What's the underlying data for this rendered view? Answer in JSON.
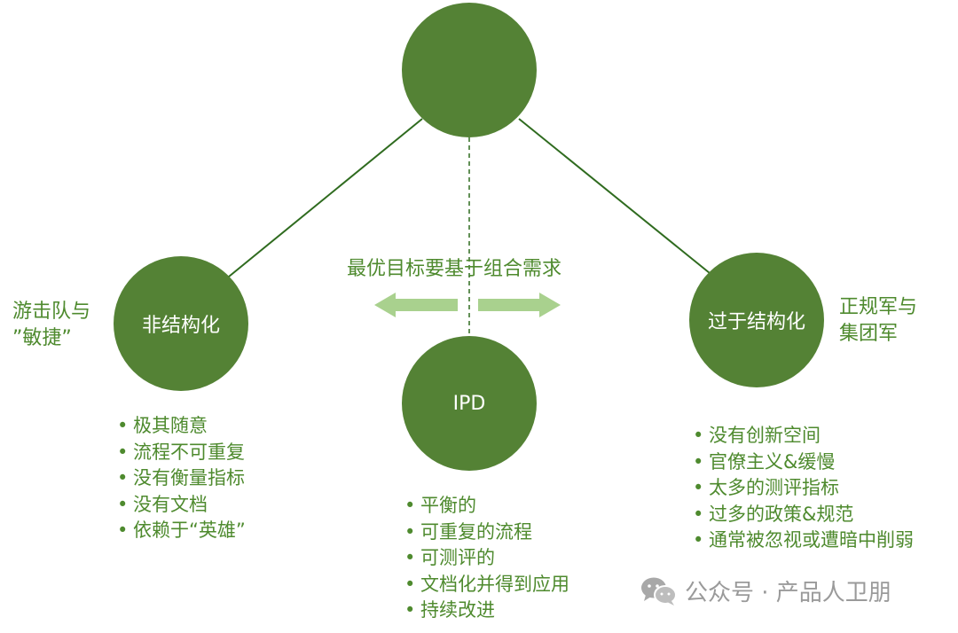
{
  "colors": {
    "circle_fill": "#548235",
    "line": "#2f6b1f",
    "text_green": "#4e8a2e",
    "arrow_fill": "#a9d18e",
    "watermark": "#9a9a9a"
  },
  "top_node": {
    "label": ""
  },
  "left_node": {
    "label": "非结构化"
  },
  "center_node": {
    "label": "IPD"
  },
  "right_node": {
    "label": "过于结构化"
  },
  "left_side_label": [
    "游击队与",
    "”敏捷”"
  ],
  "right_side_label": [
    "正规军与",
    "集团军"
  ],
  "center_caption": "最优目标要基于组合需求",
  "left_bullets": [
    "极其随意",
    "流程不可重复",
    "没有衡量指标",
    "没有文档",
    "依赖于“英雄”"
  ],
  "center_bullets": [
    "平衡的",
    "可重复的流程",
    "可测评的",
    "文档化并得到应用",
    "持续改进"
  ],
  "right_bullets": [
    "没有创新空间",
    "官僚主义&缓慢",
    "太多的测评指标",
    "过多的政策&规范",
    "通常被忽视或遭暗中削弱"
  ],
  "watermark": {
    "icon": "wechat-icon",
    "text": "公众号 · 产品人卫朋"
  }
}
